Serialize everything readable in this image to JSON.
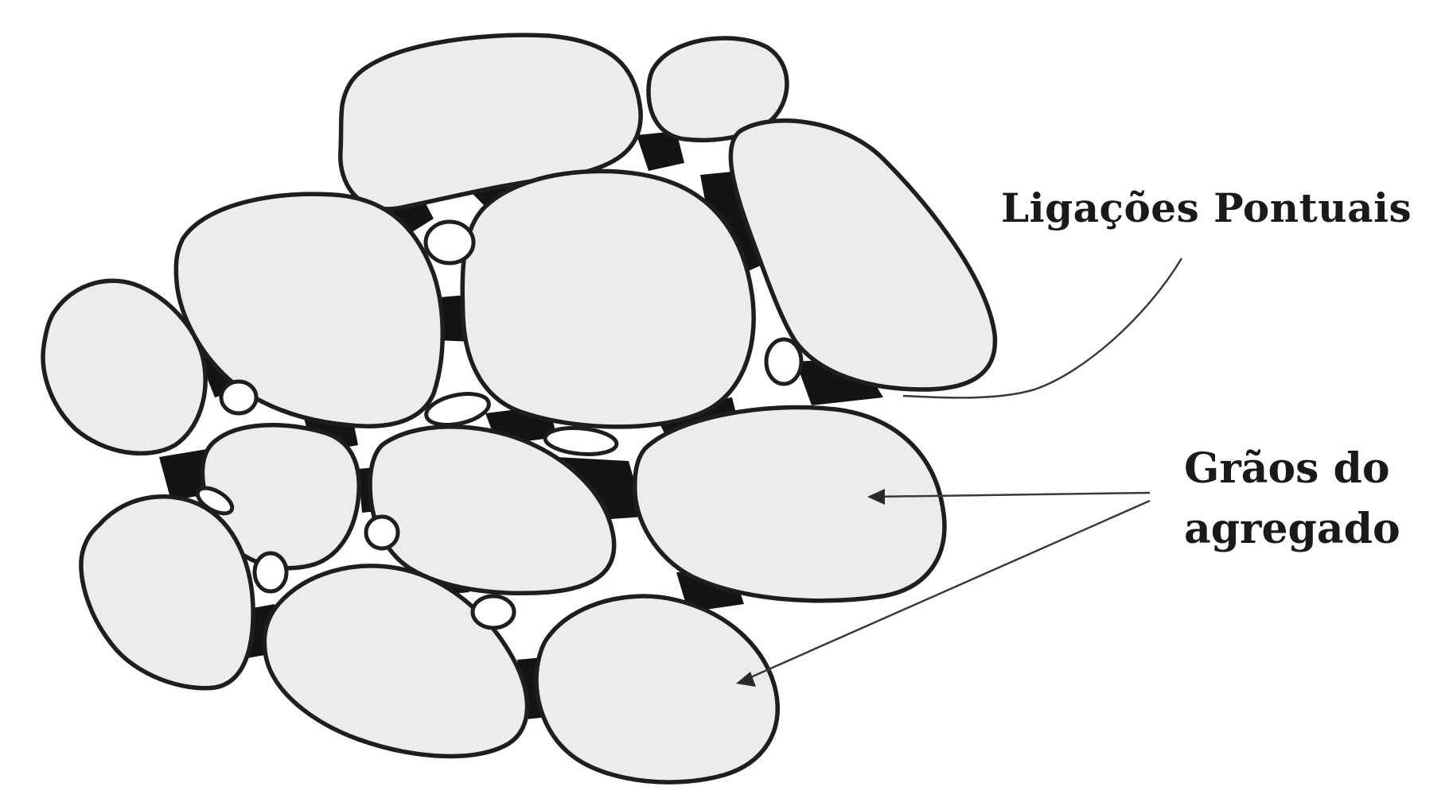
{
  "diagram": {
    "labels": {
      "point_bonds": "Ligações Pontuais",
      "aggregate_grains_line1": "Grãos do",
      "aggregate_grains_line2": "agregado"
    },
    "colors": {
      "grain_fill": "#ececec",
      "outline": "#1e1e1e",
      "bond": "#141414",
      "background": "#ffffff"
    }
  }
}
